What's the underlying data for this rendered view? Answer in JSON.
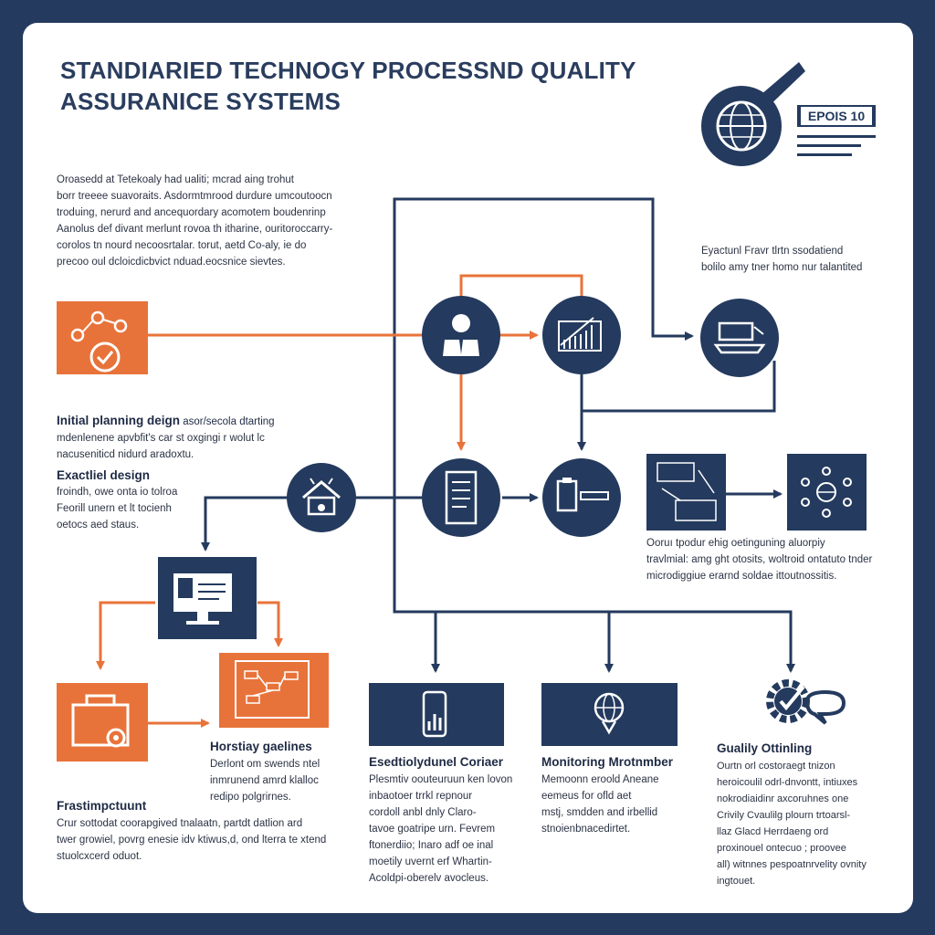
{
  "title": {
    "line1": "STANDIARIED TECHNOGY PROCESSND QUALITY",
    "line2": "ASSURANICE SYSTEMS"
  },
  "badge": {
    "label": "EPOIS 10"
  },
  "intro": [
    "Oroasedd at Tetekoaly had ualiti; mcrad aing trohut",
    "borr treeee suavoraits. Asdormtmrood durdure umcoutoocn",
    "troduing, nerurd and ancequordary acomotem boudenrinp",
    "Aanolus def divant merlunt rovoa th itharine, ouritoroccarry-",
    "corolos tn nourd necoosrtalar. torut, aetd Co-aly, ie do",
    "precoo oul dcloicdicbvict nduad.eocsnice sievtes."
  ],
  "top_right": [
    "Eyactunl Fravr tlrtn ssodatiend",
    "bolilo amy tner homo nur talantited"
  ],
  "planning": {
    "heading": "Initial planning deign",
    "heading_tail": " asor/secola dtarting",
    "lines": [
      "mdenlenene apvbfit's car st oxgingi r wolut lc",
      "nacuseniticd nidurd aradoxtu."
    ]
  },
  "execution_design": {
    "heading": "Exactliel design",
    "lines": [
      "froindh, owe onta io tolroa",
      "Feorill unern et lt tocienh",
      "oetocs aed staus."
    ]
  },
  "center_right": [
    "Ooruı tpodur ehig oetinguning aluorpiy",
    "travlmial: amg ght otosits, woltroid ontatuto tnder",
    "microdiggiue erarnd soldae ittoutnossitis."
  ],
  "horstiay": {
    "heading": "Horstiay gaelines",
    "lines": [
      "Derlont om swends ntel",
      "inmrunend amrd klalloc",
      "redipo polgrirnes."
    ]
  },
  "first_impact": {
    "heading": "Frastimpctuunt",
    "lines": [
      "Crur sottodat coorapgived tnalaatn, partdt datlion ard",
      "twer growiel, povrg enesie idv ktiwus,d, ond lterra te xtend",
      "stuolcxcerd oduot."
    ]
  },
  "exec_corner": {
    "heading": "Esedtiolydunel Coriaer",
    "lines": [
      "Plesmtiv oouteuruun ken lovon",
      "inbaotoer trrkl repnour",
      "cordoll anbl dnly Claro-",
      "tavoe goatripe urn. Fevrem",
      "ftonerdiio; Inaro adf oe inal",
      "moetily uvernt erf Whartin-",
      "Acoldpi-oberelv avocleus."
    ]
  },
  "monitoring": {
    "heading": "Monitoring Mrotnmber",
    "lines": [
      "Memoonn eroold Aneane",
      "eemeus for ofld aet",
      "mstj, smdden and irbellid",
      "stnoienbnacedirtet."
    ]
  },
  "quality": {
    "heading": "Gualily Ottinling",
    "lines": [
      "Ourtn orl costoraegt tnizon",
      "heroicoulil odrl-dnvontt, intiuxes",
      "nokrodiaidinr axcoruhnes one",
      "Crivily Cvaulilg plourn trtoarsl-",
      "llaz Glacd Herrdaeng ord",
      "proxinouel ontecuo ; proovee",
      "all) witnnes pespoatnrvelity ovnity",
      "ingtouet."
    ]
  },
  "colors": {
    "navy": "#243a5e",
    "orange": "#e8733a",
    "page": "#ffffff"
  }
}
